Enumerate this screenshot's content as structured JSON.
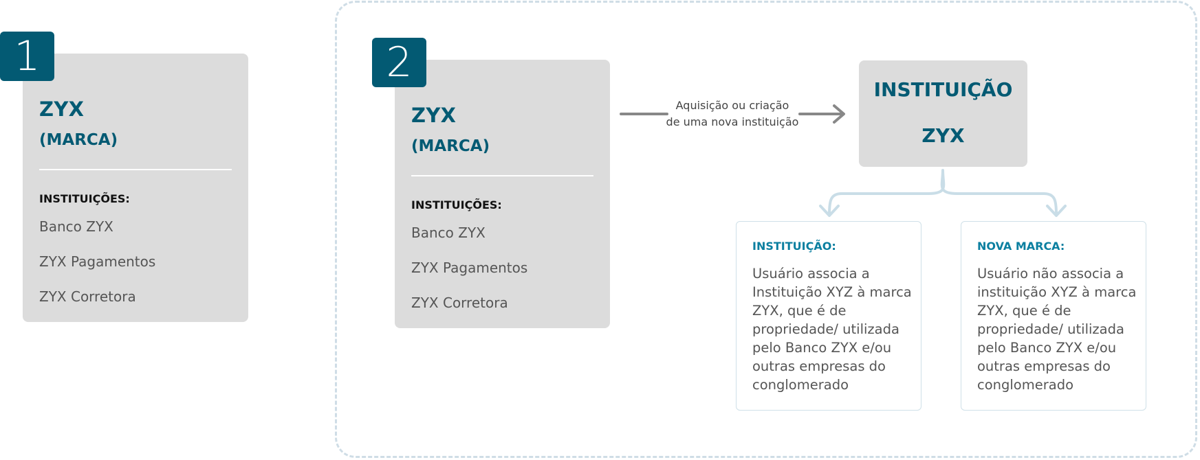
{
  "panel1": {
    "badge": "1",
    "brand": "ZYX",
    "brand_sub": "(MARCA)",
    "institutions_label": "INSTITUIÇÕES:",
    "institutions": [
      "Banco ZYX",
      "ZYX Pagamentos",
      "ZYX Corretora"
    ]
  },
  "panel2": {
    "badge": "2",
    "brand": "ZYX",
    "brand_sub": "(MARCA)",
    "institutions_label": "INSTITUIÇÕES:",
    "institutions": [
      "Banco ZYX",
      "ZYX Pagamentos",
      "ZYX Corretora"
    ],
    "arrow_label_line1": "Aquisição ou criação",
    "arrow_label_line2": "de uma nova instituição",
    "institution_box_line1": "INSTITUIÇÃO",
    "institution_box_line2": "ZYX",
    "option_institution": {
      "title": "INSTITUIÇÃO:",
      "body": "Usuário associa a Instituição XYZ à marca ZYX, que é de propriedade/ utilizada pelo Banco ZYX e/ou outras empresas do conglomerado"
    },
    "option_new_brand": {
      "title": "NOVA MARCA:",
      "body": "Usuário não associa a instituição XYZ à marca ZYX, que é de propriedade/ utilizada pelo Banco ZYX e/ou outras empresas do conglomerado"
    }
  },
  "colors": {
    "brand_teal": "#035a73",
    "card_gray": "#dcdcdc",
    "connector_blue": "#c9dde7",
    "arrow_gray": "#888888"
  }
}
